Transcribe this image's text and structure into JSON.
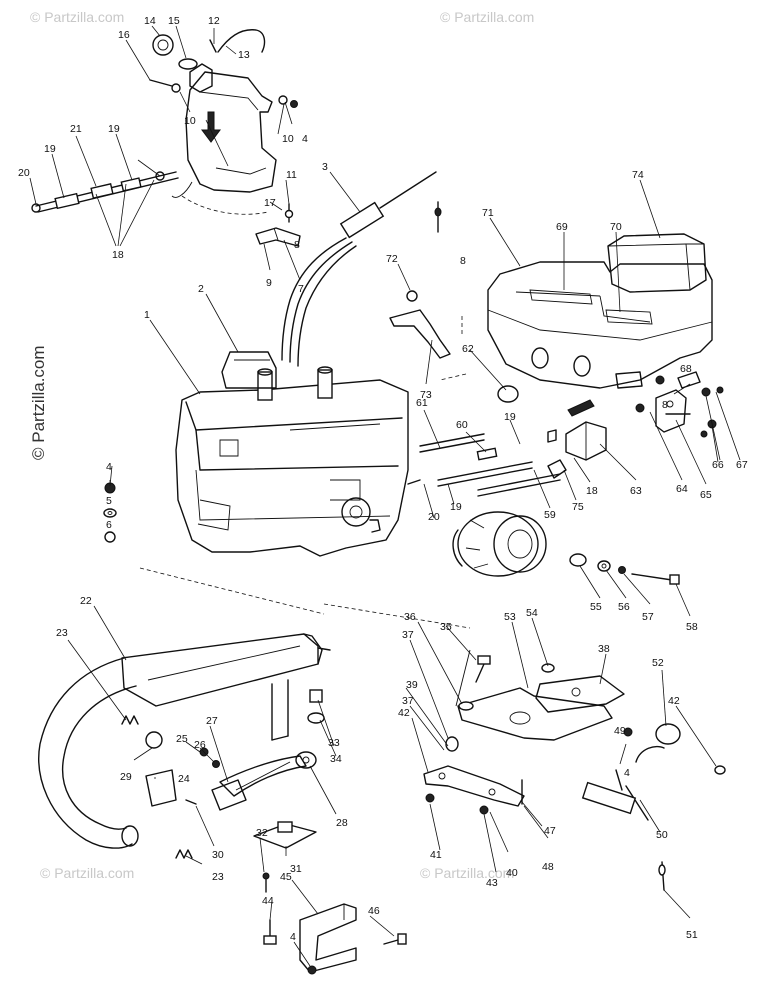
{
  "watermarks": {
    "vertical": "© Partzilla.com",
    "faint": "© Partzilla.com"
  },
  "callouts": [
    "1",
    "2",
    "3",
    "4",
    "4",
    "4",
    "4",
    "5",
    "6",
    "7",
    "8",
    "8",
    "8",
    "9",
    "10",
    "10",
    "11",
    "12",
    "13",
    "14",
    "15",
    "16",
    "17",
    "18",
    "18",
    "19",
    "19",
    "19",
    "19",
    "20",
    "20",
    "21",
    "22",
    "23",
    "23",
    "24",
    "25",
    "26",
    "27",
    "28",
    "29",
    "30",
    "31",
    "32",
    "33",
    "34",
    "35",
    "36",
    "37",
    "37",
    "38",
    "39",
    "40",
    "41",
    "42",
    "42",
    "43",
    "44",
    "45",
    "46",
    "47",
    "48",
    "49",
    "50",
    "51",
    "52",
    "53",
    "54",
    "55",
    "56",
    "57",
    "58",
    "59",
    "60",
    "61",
    "62",
    "63",
    "64",
    "65",
    "66",
    "67",
    "68",
    "69",
    "70",
    "71",
    "72",
    "73",
    "74",
    "75"
  ]
}
